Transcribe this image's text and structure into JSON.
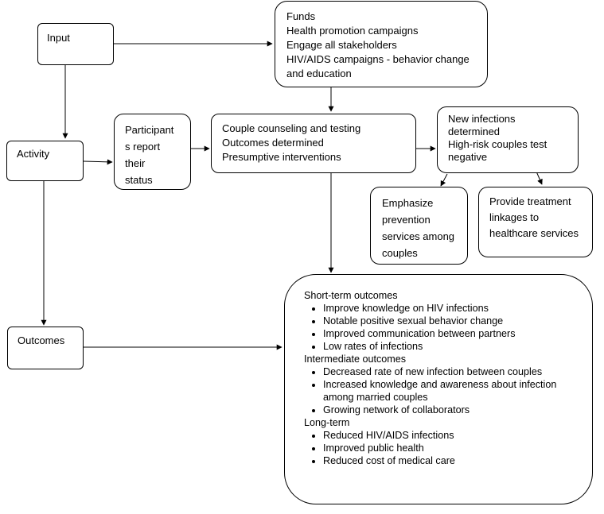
{
  "input": {
    "label": "Input"
  },
  "activity": {
    "label": "Activity"
  },
  "outcomes": {
    "label": "Outcomes"
  },
  "funds": {
    "lines": [
      "Funds",
      "Health promotion campaigns",
      "Engage all stakeholders",
      "HIV/AIDS campaigns - behavior change",
      "and education"
    ]
  },
  "participants": {
    "lines": [
      "Participant",
      "s report",
      "their",
      "status"
    ]
  },
  "counseling": {
    "lines": [
      "Couple counseling and testing",
      "Outcomes determined",
      "Presumptive interventions"
    ]
  },
  "new_infections": {
    "lines": [
      "New infections",
      "determined",
      "High-risk couples test",
      "negative"
    ]
  },
  "emphasize": {
    "lines": [
      "Emphasize",
      "prevention",
      "services among",
      "couples"
    ]
  },
  "treatment": {
    "lines": [
      "Provide treatment",
      "linkages to",
      "healthcare services"
    ]
  },
  "results": {
    "short_term": {
      "title": "Short-term outcomes",
      "items": [
        "Improve knowledge on HIV infections",
        "Notable positive sexual behavior change",
        "Improved communication between partners",
        "Low rates of infections"
      ]
    },
    "intermediate": {
      "title": "Intermediate outcomes",
      "items": [
        "Decreased rate of new infection between couples",
        "Increased knowledge and awareness about infection among married couples",
        "Growing network of collaborators"
      ]
    },
    "long_term": {
      "title": "Long-term",
      "items": [
        "Reduced HIV/AIDS infections",
        "Improved public health",
        "Reduced cost of medical care"
      ]
    }
  }
}
